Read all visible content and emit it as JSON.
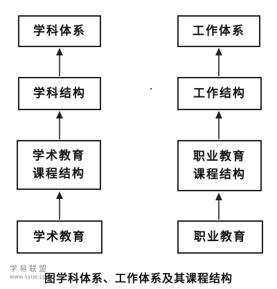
{
  "left_column": {
    "boxes": [
      {
        "lines": [
          "学科体系"
        ]
      },
      {
        "lines": [
          "学科结构"
        ]
      },
      {
        "lines": [
          "学术教育",
          "课程结构"
        ]
      },
      {
        "lines": [
          "学术教育"
        ]
      }
    ]
  },
  "right_column": {
    "boxes": [
      {
        "lines": [
          "工作体系"
        ]
      },
      {
        "lines": [
          "工作结构"
        ]
      },
      {
        "lines": [
          "职业教育",
          "课程结构"
        ]
      },
      {
        "lines": [
          "职业教育"
        ]
      }
    ]
  },
  "caption": {
    "prefix": "图",
    "text": "学科体系、工作体系及其课程结构"
  },
  "watermark": {
    "text": "学易联盟",
    "url": "www.syue.com"
  },
  "colors": {
    "border": "#222222",
    "arrow": "#222222",
    "watermark": "#8a8a8a"
  }
}
